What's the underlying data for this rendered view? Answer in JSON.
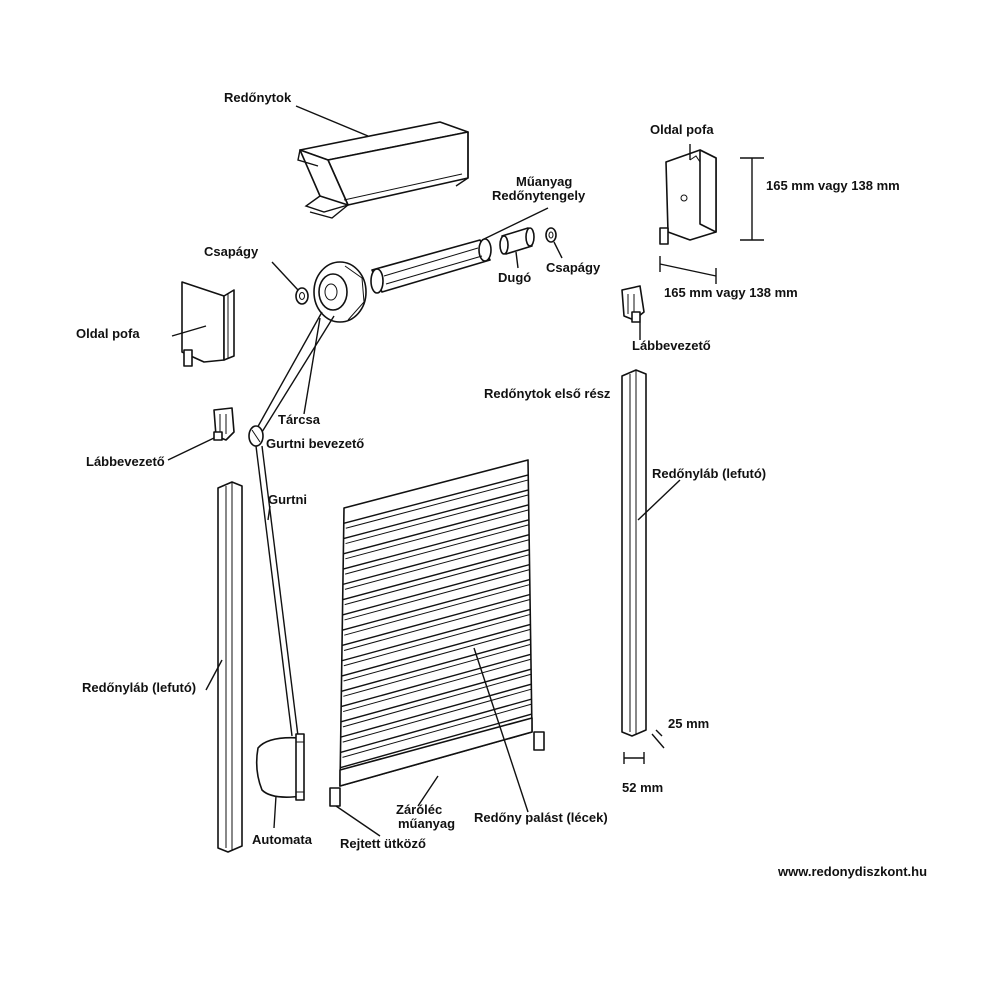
{
  "labels": {
    "redonytok": "Redőnytok",
    "oldal_pofa_right": "Oldal pofa",
    "dim_height": "165 mm  vagy 138 mm",
    "dim_width": "165 mm  vagy 138 mm",
    "muanyag_line1": "Műanyag",
    "muanyag_line2": "Redőnytengely",
    "csapagy_left": "Csapágy",
    "csapagy_right": "Csapágy",
    "dugo": "Dugó",
    "oldal_pofa_left": "Oldal pofa",
    "labbevezeto_right": "Lábbevezető",
    "redonytok_elso": "Redőnytok első rész",
    "tarcsa": "Tárcsa",
    "gurtni_bevezeto": "Gurtni bevezető",
    "labbevezeto_left": "Lábbevezető",
    "gurtni": "Gurtni",
    "redonylab_right": "Redőnyláb (lefutó)",
    "redonylab_left": "Redőnyláb (lefutó)",
    "dim_25": "25 mm",
    "dim_52": "52 mm",
    "automata": "Automata",
    "rejtett": "Rejtett ütköző",
    "zarolec_line1": "Záróléc",
    "zarolec_line2": "műanyag",
    "redony_palast": "Redőny palást (lécek)",
    "website": "www.redonydiszkont.hu"
  },
  "icons": {
    "box": "shutter-box-housing",
    "axle": "shutter-axle",
    "disc": "belt-pulley-disc",
    "end_plate": "side-end-plate",
    "rail": "guide-rail",
    "curtain": "slat-curtain",
    "winder": "belt-winder"
  }
}
